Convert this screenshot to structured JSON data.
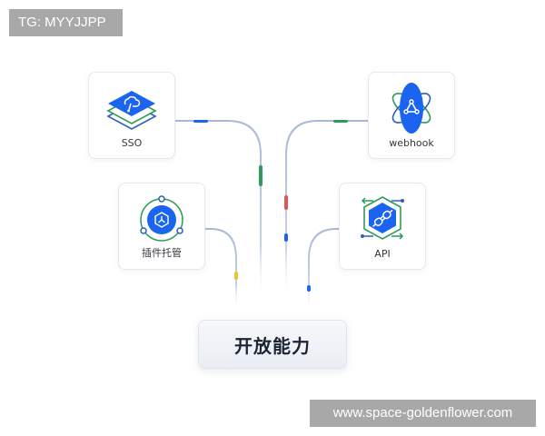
{
  "watermarks": {
    "top": "TG: MYYJJPP",
    "bottom": "www.space-goldenflower.com"
  },
  "diagram": {
    "center_node": {
      "label": "开放能力"
    },
    "nodes": [
      {
        "id": "sso",
        "label": "SSO",
        "icon": "layers-cloud-icon"
      },
      {
        "id": "webhook",
        "label": "webhook",
        "icon": "webhook-orbit-icon"
      },
      {
        "id": "plugin",
        "label": "插件托管",
        "icon": "plugin-orbit-icon"
      },
      {
        "id": "api",
        "label": "API",
        "icon": "api-hexagon-plug-icon"
      }
    ],
    "colors": {
      "primary_blue": "#1a64f0",
      "green": "#2e9a5b",
      "red": "#e35555",
      "yellow": "#f0c030",
      "line": "#a9b8d6",
      "card_border": "#e4e8ef"
    }
  }
}
